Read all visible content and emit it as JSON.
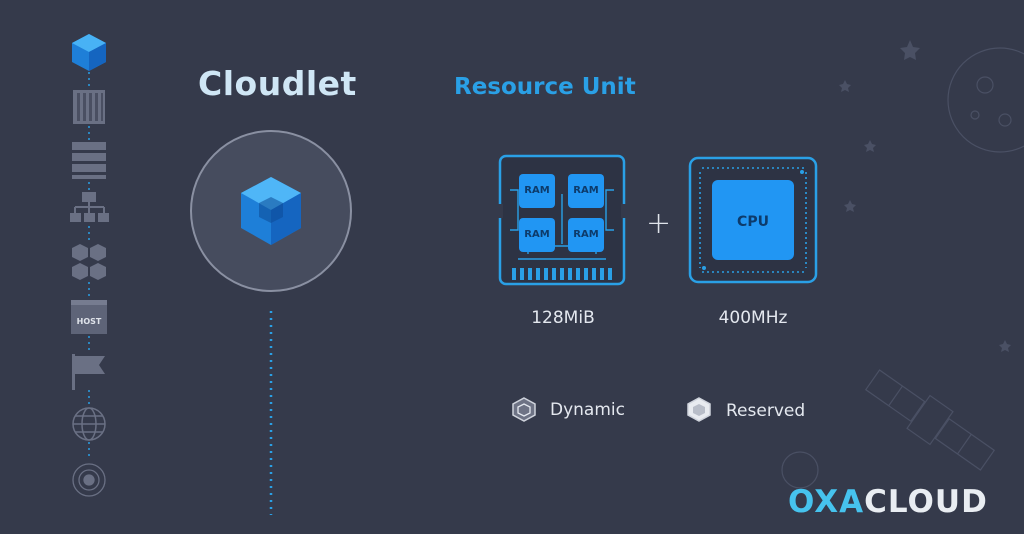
{
  "cloudlet": {
    "title": "Cloudlet"
  },
  "resource_unit": {
    "title": "Resource Unit"
  },
  "ram": {
    "chip_labels": [
      "RAM",
      "RAM",
      "RAM",
      "RAM"
    ],
    "caption": "128MiB"
  },
  "cpu": {
    "chip_label": "CPU",
    "caption": "400MHz"
  },
  "operator": "+",
  "legend": {
    "dynamic": "Dynamic",
    "reserved": "Reserved"
  },
  "sidebar": {
    "host_label": "HOST",
    "icons": [
      "cloudlet-cube-icon",
      "container-icon",
      "server-stack-icon",
      "network-tree-icon",
      "hexagon-cluster-icon",
      "host-icon",
      "flag-icon",
      "globe-icon",
      "orbit-icon"
    ]
  },
  "brand": {
    "part1": "OXA",
    "part2": "CLOUD"
  },
  "colors": {
    "background": "#353a4b",
    "accent": "#2aa0e6",
    "chip_blue": "#1e88e5"
  }
}
